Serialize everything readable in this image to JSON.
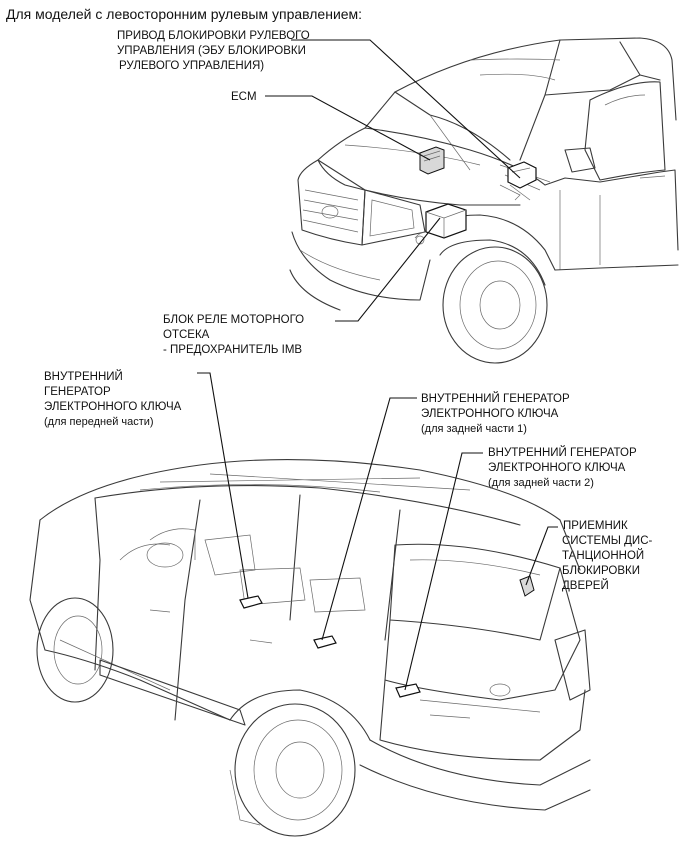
{
  "header": "Для моделей с левосторонним рулевым управлением:",
  "labels": {
    "steering_lock": [
      "ПРИВОД БЛОКИРОВКИ РУЛЕВОГО",
      "УПРАВЛЕНИЯ (ЭБУ БЛОКИРОВКИ",
      "РУЛЕВОГО УПРАВЛЕНИЯ)"
    ],
    "ecm": "ECM",
    "relay_block": [
      "БЛОК РЕЛЕ МОТОРНОГО",
      "ОТСЕКА",
      "- ПРЕДОХРАНИТЕЛЬ IMB"
    ],
    "osc_front": [
      "ВНУТРЕННИЙ",
      "ГЕНЕРАТОР",
      "ЭЛЕКТРОННОГО КЛЮЧА",
      "(для передней части)"
    ],
    "osc_rear1": [
      "ВНУТРЕННИЙ ГЕНЕРАТОР",
      "ЭЛЕКТРОННОГО КЛЮЧА",
      "(для задней части 1)"
    ],
    "osc_rear2": [
      "ВНУТРЕННИЙ ГЕНЕРАТОР",
      "ЭЛЕКТРОННОГО КЛЮЧА",
      "(для задней части 2)"
    ],
    "door_receiver": [
      "ПРИЕМНИК",
      "СИСТЕМЫ ДИС-",
      "ТАНЦИОННОЙ",
      "БЛОКИРОВКИ",
      "ДВЕРЕЙ"
    ]
  }
}
